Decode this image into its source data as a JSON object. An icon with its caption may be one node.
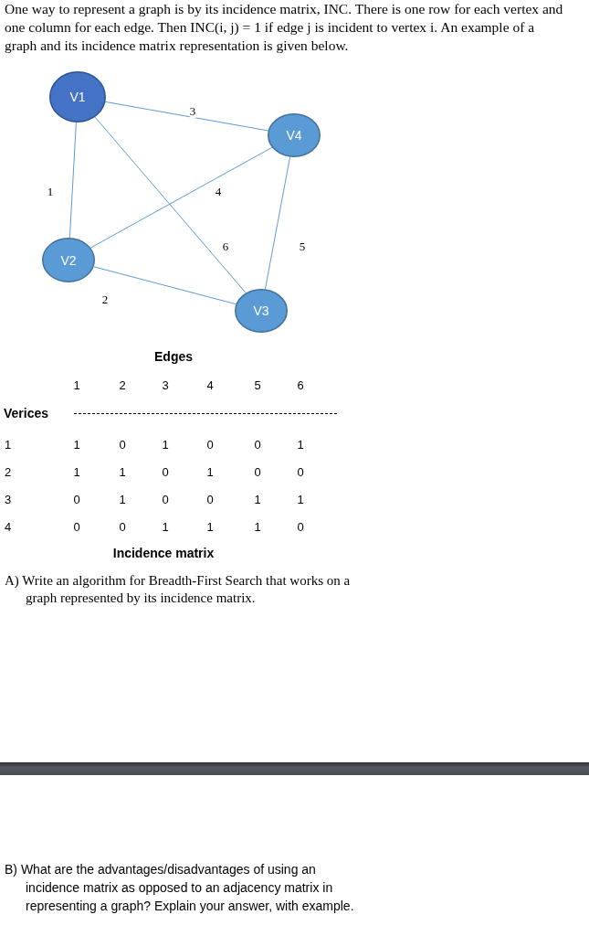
{
  "diagram": {
    "nodes": [
      {
        "text": [
          "V1"
        ]
      },
      {
        "text": [
          "V4"
        ]
      },
      {
        "text": [
          "V2"
        ]
      },
      {
        "text": [
          "V3"
        ]
      },
      {
        "text": [],
        "shape": "bar"
      }
    ],
    "edges": [
      {
        "from": 0,
        "to": 2,
        "arrow": "none",
        "label": "1"
      },
      {
        "from": 2,
        "to": 3,
        "arrow": "none",
        "label": "2"
      },
      {
        "from": 0,
        "to": 1,
        "arrow": "none",
        "label": "3"
      },
      {
        "from": 2,
        "to": 1,
        "arrow": "none",
        "label": "4"
      },
      {
        "from": 1,
        "to": 3,
        "arrow": "none",
        "label": "5"
      },
      {
        "from": 0,
        "to": 3,
        "arrow": "none",
        "label": "6"
      }
    ],
    "labels": [
      "One way to represent a graph is by its incidence matrix, INC. There is one row for each vertex and one column for each edge. Then INC(i, j) = 1 if edge j is incident to vertex i. An example of a graph and its incidence matrix representation is given below.",
      "Edges",
      "1",
      "2",
      "3",
      "4",
      "5",
      "6",
      "Verices",
      "1",
      "1",
      "0",
      "1",
      "0",
      "0",
      "1",
      "2",
      "1",
      "1",
      "0",
      "1",
      "0",
      "0",
      "3",
      "0",
      "1",
      "0",
      "0",
      "1",
      "1",
      "4",
      "0",
      "0",
      "1",
      "1",
      "1",
      "0",
      "Incidence matrix",
      "A) Write an algorithm for Breadth-First Search that works on a graph represented by its incidence matrix.",
      "B) What are the advantages/disadvantages of using an incidence matrix as opposed to an adjacency matrix in representing a graph? Explain your answer, with example."
    ]
  }
}
